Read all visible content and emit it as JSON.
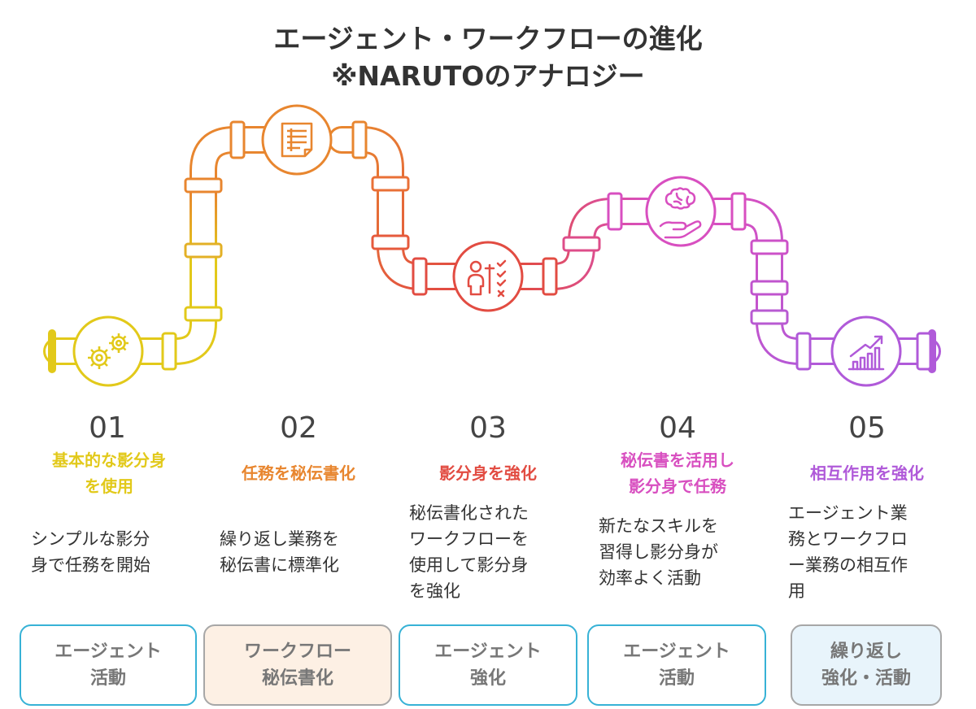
{
  "title": {
    "line1": "エージェント・ワークフローの進化",
    "line2": "※NARUTOのアナロジー"
  },
  "colors": {
    "stage1": "#e2c91a",
    "stage2": "#e8862f",
    "stage3": "#e24c42",
    "stage4": "#d84fc0",
    "stage5": "#b05ad9",
    "tag_border_blue": "#37b2d6",
    "tag_border_gray": "#a7a7a7",
    "tag_fill_orange": "#fdf0e4",
    "tag_fill_blue": "#e8f4fb"
  },
  "stages": [
    {
      "number": "01",
      "heading_line1": "基本的な影分身",
      "heading_line2": "を使用",
      "desc_line1": "シンプルな影分",
      "desc_line2": "身で任務を開始",
      "icon": "gears-icon"
    },
    {
      "number": "02",
      "heading_line1": "任務を秘伝書化",
      "desc_line1": "繰り返し業務を",
      "desc_line2": "秘伝書に標準化",
      "icon": "document-list-icon"
    },
    {
      "number": "03",
      "heading_line1": "影分身を強化",
      "desc_line1": "秘伝書化された",
      "desc_line2": "ワークフローを",
      "desc_line3": "使用して影分身",
      "desc_line4": "を強化",
      "icon": "person-checklist-icon"
    },
    {
      "number": "04",
      "heading_line1": "秘伝書を活用し",
      "heading_line2": "影分身で任務",
      "desc_line1": "新たなスキルを",
      "desc_line2": "習得し影分身が",
      "desc_line3": "効率よく活動",
      "icon": "brain-hand-icon"
    },
    {
      "number": "05",
      "heading_line1": "相互作用を強化",
      "desc_line1": "エージェント業",
      "desc_line2": "務とワークフロ",
      "desc_line3": "ー業務の相互作",
      "desc_line4": "用",
      "icon": "growth-chart-icon"
    }
  ],
  "tags": [
    {
      "line1": "エージェント",
      "line2": "活動"
    },
    {
      "line1": "ワークフロー",
      "line2": "秘伝書化"
    },
    {
      "line1": "エージェント",
      "line2": "強化"
    },
    {
      "line1": "エージェント",
      "line2": "活動"
    },
    {
      "line1": "繰り返し",
      "line2": "強化・活動"
    }
  ]
}
